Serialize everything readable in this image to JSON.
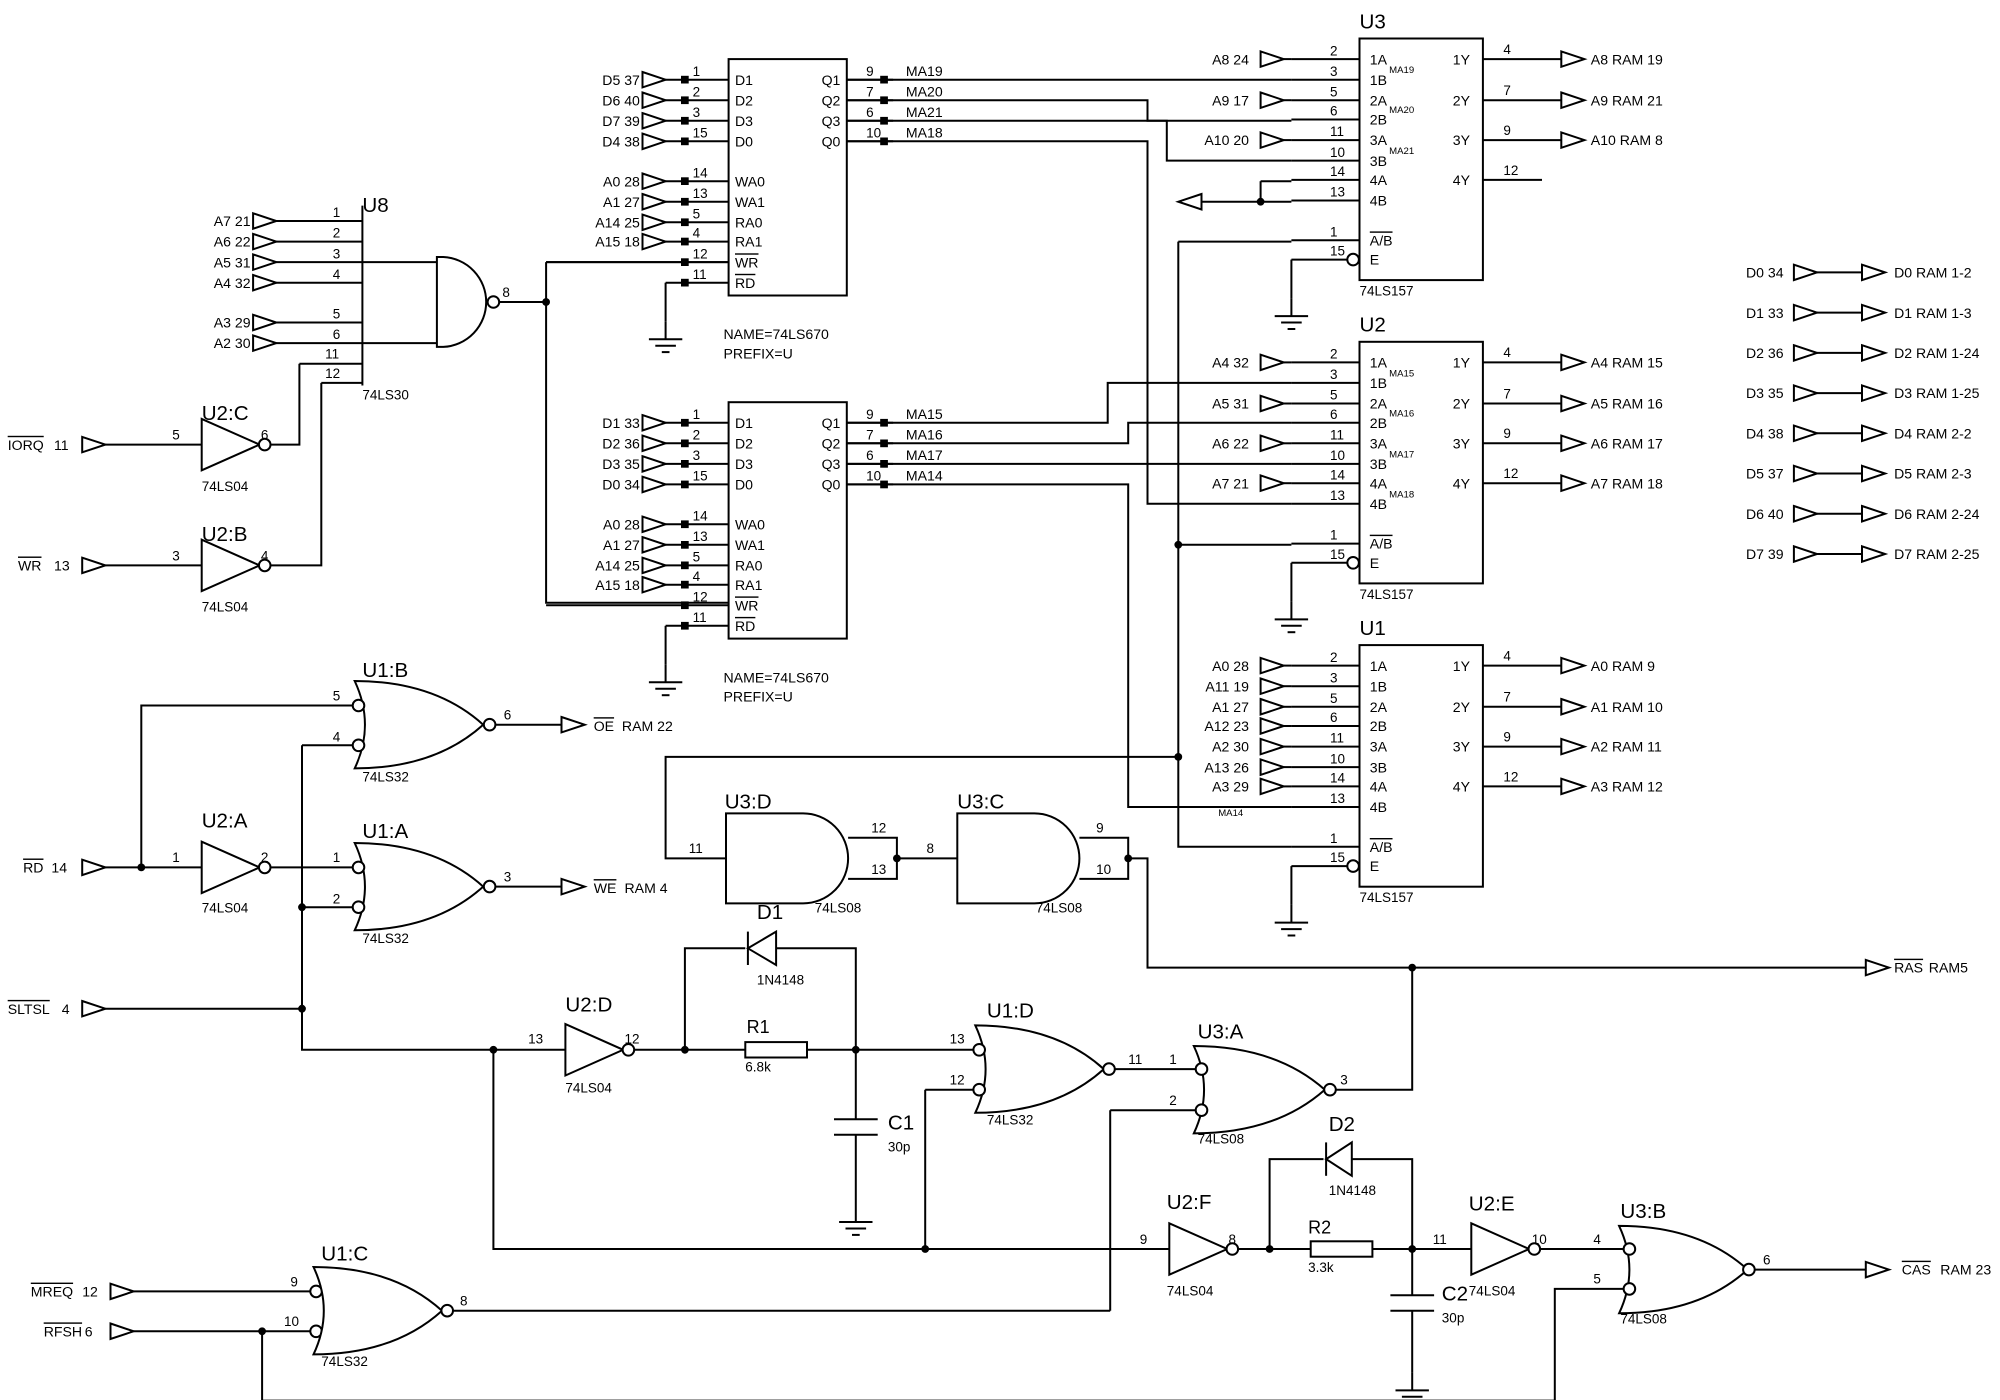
{
  "chips": {
    "u8": {
      "ref": "U8",
      "type": "74LS30",
      "pins": [
        "1",
        "2",
        "3",
        "4",
        "5",
        "6",
        "11",
        "12",
        "8"
      ],
      "inputs": [
        {
          "sig": "A7",
          "pin": "21"
        },
        {
          "sig": "A6",
          "pin": "22"
        },
        {
          "sig": "A5",
          "pin": "31"
        },
        {
          "sig": "A4",
          "pin": "32"
        },
        {
          "sig": "A3",
          "pin": "29"
        },
        {
          "sig": "A2",
          "pin": "30"
        }
      ]
    },
    "ram_hi": {
      "name": "NAME=74LS670",
      "prefix": "PREFIX=U",
      "ins": [
        {
          "sig": "D5",
          "pin": "37",
          "n": "1",
          "p": "D1"
        },
        {
          "sig": "D6",
          "pin": "40",
          "n": "2",
          "p": "D2"
        },
        {
          "sig": "D7",
          "pin": "39",
          "n": "3",
          "p": "D3"
        },
        {
          "sig": "D4",
          "pin": "38",
          "n": "15",
          "p": "D0"
        },
        {
          "sig": "A0",
          "pin": "28",
          "n": "14",
          "p": "WA0"
        },
        {
          "sig": "A1",
          "pin": "27",
          "n": "13",
          "p": "WA1"
        },
        {
          "sig": "A14",
          "pin": "25",
          "n": "5",
          "p": "RA0"
        },
        {
          "sig": "A15",
          "pin": "18",
          "n": "4",
          "p": "RA1"
        }
      ],
      "wr": {
        "n": "12",
        "p": "WR"
      },
      "rd": {
        "n": "11",
        "p": "RD"
      },
      "outs": [
        {
          "p": "Q1",
          "n": "9",
          "net": "MA19"
        },
        {
          "p": "Q2",
          "n": "7",
          "net": "MA20"
        },
        {
          "p": "Q3",
          "n": "6",
          "net": "MA21"
        },
        {
          "p": "Q0",
          "n": "10",
          "net": "MA18"
        }
      ]
    },
    "ram_lo": {
      "name": "NAME=74LS670",
      "prefix": "PREFIX=U",
      "ins": [
        {
          "sig": "D1",
          "pin": "33",
          "n": "1",
          "p": "D1"
        },
        {
          "sig": "D2",
          "pin": "36",
          "n": "2",
          "p": "D2"
        },
        {
          "sig": "D3",
          "pin": "35",
          "n": "3",
          "p": "D3"
        },
        {
          "sig": "D0",
          "pin": "34",
          "n": "15",
          "p": "D0"
        },
        {
          "sig": "A0",
          "pin": "28",
          "n": "14",
          "p": "WA0"
        },
        {
          "sig": "A1",
          "pin": "27",
          "n": "13",
          "p": "WA1"
        },
        {
          "sig": "A14",
          "pin": "25",
          "n": "5",
          "p": "RA0"
        },
        {
          "sig": "A15",
          "pin": "18",
          "n": "4",
          "p": "RA1"
        }
      ],
      "wr": {
        "n": "12",
        "p": "WR"
      },
      "rd": {
        "n": "11",
        "p": "RD"
      },
      "outs": [
        {
          "p": "Q1",
          "n": "9",
          "net": "MA15"
        },
        {
          "p": "Q2",
          "n": "7",
          "net": "MA16"
        },
        {
          "p": "Q3",
          "n": "6",
          "net": "MA17"
        },
        {
          "p": "Q0",
          "n": "10",
          "net": "MA14"
        }
      ]
    },
    "u3": {
      "ref": "U3",
      "type": "74LS157",
      "pins": [
        {
          "n": "2",
          "p": "1A"
        },
        {
          "n": "3",
          "p": "1B",
          "tag": "MA19"
        },
        {
          "n": "5",
          "p": "2A"
        },
        {
          "n": "6",
          "p": "2B",
          "tag": "MA20"
        },
        {
          "n": "11",
          "p": "3A"
        },
        {
          "n": "10",
          "p": "3B",
          "tag": "MA21"
        },
        {
          "n": "14",
          "p": "4A"
        },
        {
          "n": "13",
          "p": "4B"
        },
        {
          "n": "1",
          "p": "A/B"
        },
        {
          "n": "15",
          "p": "E"
        }
      ],
      "inputs": [
        {
          "sig": "A8",
          "pin": "24"
        },
        {
          "sig": "A9",
          "pin": "17"
        },
        {
          "sig": "A10",
          "pin": "20"
        }
      ],
      "outs": [
        {
          "p": "1Y",
          "n": "4",
          "sig": "A8",
          "ram": "RAM 19"
        },
        {
          "p": "2Y",
          "n": "7",
          "sig": "A9",
          "ram": "RAM 21"
        },
        {
          "p": "3Y",
          "n": "9",
          "sig": "A10",
          "ram": "RAM 8"
        },
        {
          "p": "4Y",
          "n": "12"
        }
      ]
    },
    "u2": {
      "ref": "U2",
      "type": "74LS157",
      "pins": [
        {
          "n": "2",
          "p": "1A"
        },
        {
          "n": "3",
          "p": "1B",
          "tag": "MA15"
        },
        {
          "n": "5",
          "p": "2A"
        },
        {
          "n": "6",
          "p": "2B",
          "tag": "MA16"
        },
        {
          "n": "11",
          "p": "3A"
        },
        {
          "n": "10",
          "p": "3B",
          "tag": "MA17"
        },
        {
          "n": "14",
          "p": "4A"
        },
        {
          "n": "13",
          "p": "4B",
          "tag": "MA18"
        },
        {
          "n": "1",
          "p": "A/B"
        },
        {
          "n": "15",
          "p": "E"
        }
      ],
      "inputs": [
        {
          "sig": "A4",
          "pin": "32"
        },
        {
          "sig": "A5",
          "pin": "31"
        },
        {
          "sig": "A6",
          "pin": "22"
        },
        {
          "sig": "A7",
          "pin": "21"
        }
      ],
      "outs": [
        {
          "p": "1Y",
          "n": "4",
          "sig": "A4",
          "ram": "RAM 15"
        },
        {
          "p": "2Y",
          "n": "7",
          "sig": "A5",
          "ram": "RAM 16"
        },
        {
          "p": "3Y",
          "n": "9",
          "sig": "A6",
          "ram": "RAM 17"
        },
        {
          "p": "4Y",
          "n": "12",
          "sig": "A7",
          "ram": "RAM 18"
        }
      ]
    },
    "u1": {
      "ref": "U1",
      "type": "74LS157",
      "pins": [
        {
          "n": "2",
          "p": "1A"
        },
        {
          "n": "3",
          "p": "1B"
        },
        {
          "n": "5",
          "p": "2A"
        },
        {
          "n": "6",
          "p": "2B"
        },
        {
          "n": "11",
          "p": "3A"
        },
        {
          "n": "10",
          "p": "3B"
        },
        {
          "n": "14",
          "p": "4A"
        },
        {
          "n": "13",
          "p": "4B"
        },
        {
          "n": "1",
          "p": "A/B"
        },
        {
          "n": "15",
          "p": "E"
        }
      ],
      "inputs": [
        {
          "sig": "A0",
          "pin": "28"
        },
        {
          "sig": "A11",
          "pin": "19"
        },
        {
          "sig": "A1",
          "pin": "27"
        },
        {
          "sig": "A12",
          "pin": "23"
        },
        {
          "sig": "A2",
          "pin": "30"
        },
        {
          "sig": "A13",
          "pin": "26"
        },
        {
          "sig": "A3",
          "pin": "29"
        }
      ],
      "tag": "MA14",
      "outs": [
        {
          "p": "1Y",
          "n": "4",
          "sig": "A0",
          "ram": "RAM 9"
        },
        {
          "p": "2Y",
          "n": "7",
          "sig": "A1",
          "ram": "RAM 10"
        },
        {
          "p": "3Y",
          "n": "9",
          "sig": "A2",
          "ram": "RAM 11"
        },
        {
          "p": "4Y",
          "n": "12",
          "sig": "A3",
          "ram": "RAM 12"
        }
      ]
    }
  },
  "gates": {
    "u2c": {
      "ref": "U2:C",
      "type": "74LS04",
      "in": "5",
      "out": "6"
    },
    "u2b": {
      "ref": "U2:B",
      "type": "74LS04",
      "in": "3",
      "out": "4"
    },
    "u2a": {
      "ref": "U2:A",
      "type": "74LS04",
      "in": "1",
      "out": "2"
    },
    "u2d": {
      "ref": "U2:D",
      "type": "74LS04",
      "in": "13",
      "out": "12"
    },
    "u2f": {
      "ref": "U2:F",
      "type": "74LS04",
      "in": "9",
      "out": "8"
    },
    "u2e": {
      "ref": "U2:E",
      "type": "74LS04",
      "in": "11",
      "out": "10"
    },
    "u1b": {
      "ref": "U1:B",
      "type": "74LS32",
      "in1": "5",
      "in2": "4",
      "out": "6"
    },
    "u1a": {
      "ref": "U1:A",
      "type": "74LS32",
      "in1": "1",
      "in2": "2",
      "out": "3"
    },
    "u1d": {
      "ref": "U1:D",
      "type": "74LS32",
      "in1": "13",
      "in2": "12",
      "out": "11"
    },
    "u1c": {
      "ref": "U1:C",
      "type": "74LS32",
      "in1": "9",
      "in2": "10",
      "out": "8"
    },
    "u3d": {
      "ref": "U3:D",
      "type": "74LS08",
      "in1": "12",
      "in2": "13",
      "out": "11"
    },
    "u3c": {
      "ref": "U3:C",
      "type": "74LS08",
      "in1": "9",
      "in2": "10",
      "out": "8"
    },
    "u3a": {
      "ref": "U3:A",
      "type": "74LS08",
      "in1": "1",
      "in2": "2",
      "out": "3"
    },
    "u3b": {
      "ref": "U3:B",
      "type": "74LS08",
      "in1": "4",
      "in2": "5",
      "out": "6"
    }
  },
  "passives": {
    "d1": {
      "ref": "D1",
      "value": "1N4148"
    },
    "d2": {
      "ref": "D2",
      "value": "1N4148"
    },
    "r1": {
      "ref": "R1",
      "value": "6.8k"
    },
    "r2": {
      "ref": "R2",
      "value": "3.3k"
    },
    "c1": {
      "ref": "C1",
      "value": "30p"
    },
    "c2": {
      "ref": "C2",
      "value": "30p"
    }
  },
  "ports": {
    "iorq": {
      "sig": "IORQ",
      "pin": "11"
    },
    "wr": {
      "sig": "WR",
      "pin": "13"
    },
    "rd": {
      "sig": "RD",
      "pin": "14"
    },
    "sltsl": {
      "sig": "SLTSL",
      "pin": "4"
    },
    "mreq": {
      "sig": "MREQ",
      "pin": "12"
    },
    "rfsh": {
      "sig": "RFSH",
      "pin": "6"
    },
    "oe": {
      "sig": "OE",
      "ram": "RAM 22"
    },
    "we": {
      "sig": "WE",
      "ram": "RAM 4"
    },
    "ras": {
      "sig": "RAS",
      "ram": "RAM5"
    },
    "cas": {
      "sig": "CAS",
      "ram": "RAM 23"
    }
  },
  "databus": [
    {
      "sig": "D0",
      "pin": "34",
      "ram": "D0 RAM 1-2"
    },
    {
      "sig": "D1",
      "pin": "33",
      "ram": "D1 RAM 1-3"
    },
    {
      "sig": "D2",
      "pin": "36",
      "ram": "D2 RAM 1-24"
    },
    {
      "sig": "D3",
      "pin": "35",
      "ram": "D3 RAM 1-25"
    },
    {
      "sig": "D4",
      "pin": "38",
      "ram": "D4 RAM 2-2"
    },
    {
      "sig": "D5",
      "pin": "37",
      "ram": "D5 RAM 2-3"
    },
    {
      "sig": "D6",
      "pin": "40",
      "ram": "D6 RAM 2-24"
    },
    {
      "sig": "D7",
      "pin": "39",
      "ram": "D7 RAM 2-25"
    }
  ]
}
